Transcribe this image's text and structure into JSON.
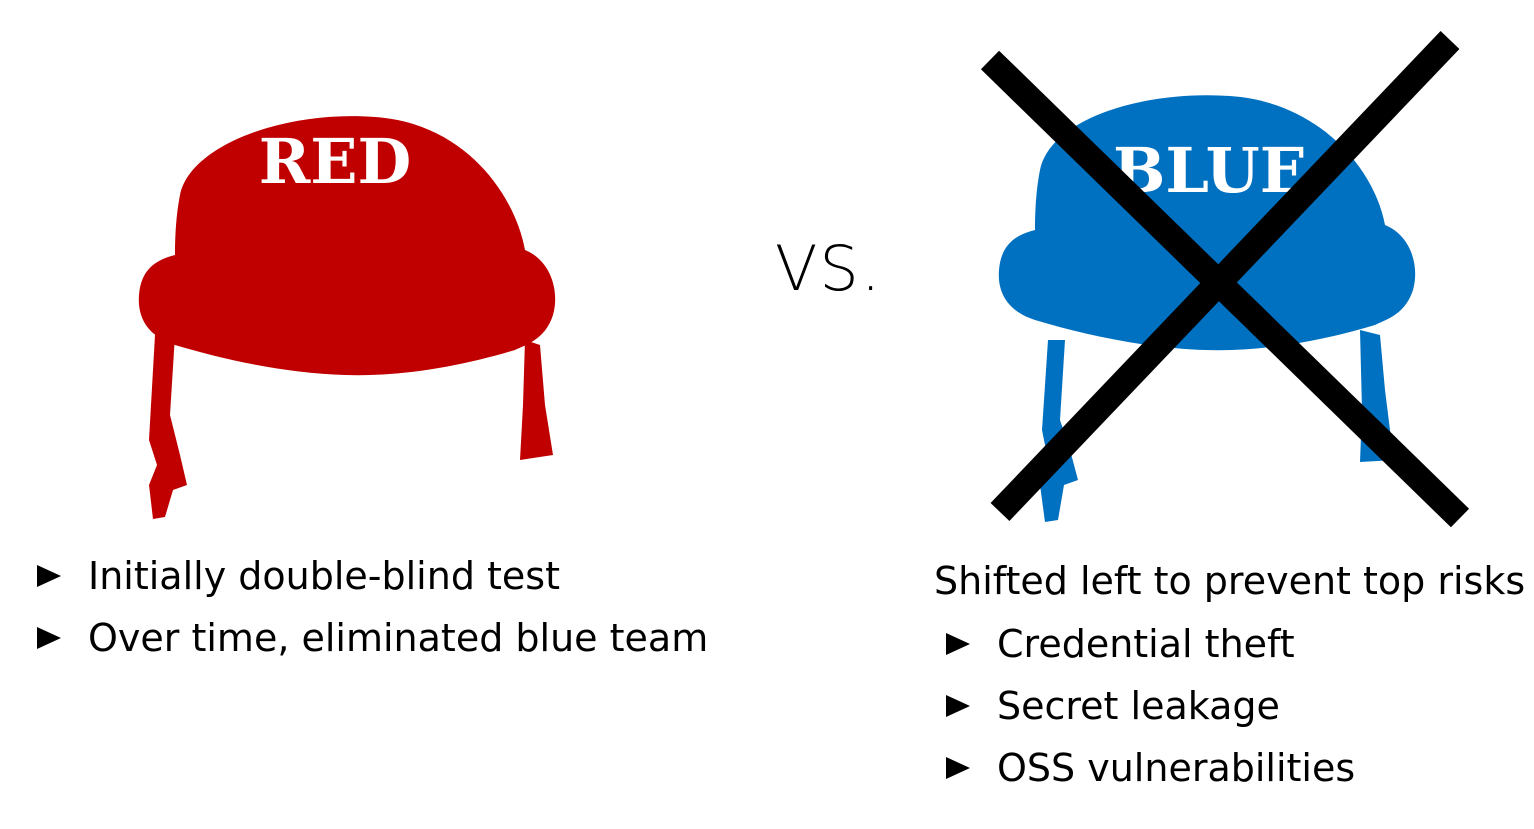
{
  "red_helmet": {
    "stencil": "RED",
    "color": "#c00000"
  },
  "blue_helmet": {
    "stencil": "BLUE",
    "color": "#0070c0",
    "crossed_out": true,
    "cross_color": "#000000"
  },
  "vs_label": "VS.",
  "left_bullets": [
    "Initially double-blind test",
    "Over time, eliminated blue team"
  ],
  "right_heading": "Shifted left to prevent top risks",
  "right_bullets": [
    "Credential theft",
    "Secret leakage",
    "OSS vulnerabilities"
  ]
}
